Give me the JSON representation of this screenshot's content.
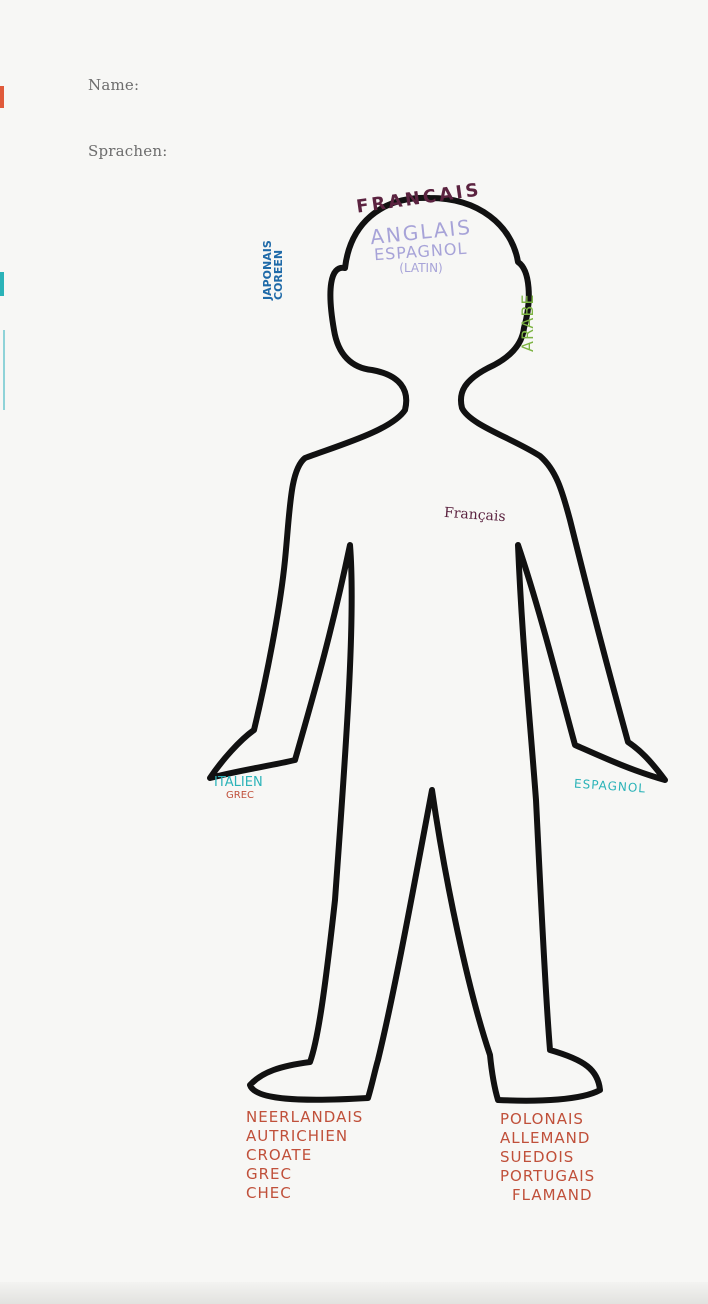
{
  "worksheet": {
    "name_label": "Name:",
    "languages_label": "Sprachen:"
  },
  "annotations": {
    "head_top": "FRANCAIS",
    "head_center": [
      "ANGLAIS",
      "ESPAGNOL",
      "(LATIN)"
    ],
    "left_ear": [
      "JAPONAIS",
      "COREEN"
    ],
    "right_ear": "ARABE",
    "chest": "Français",
    "left_hand": [
      "ITALIEN",
      "GREC"
    ],
    "right_hand": "ESPAGNOL",
    "left_foot": [
      "NEERLANDAIS",
      "AUTRICHIEN",
      "CROATE",
      "GREC",
      "CHEC"
    ],
    "right_foot": [
      "POLONAIS",
      "ALLEMAND",
      "SUEDOIS",
      "PORTUGAIS",
      "FLAMAND"
    ]
  },
  "colors": {
    "paper": "#f7f7f5",
    "outline": "#111111",
    "red_ink": "#c0503a",
    "teal_ink": "#2bb3b8",
    "blue_ink": "#1f6aa8",
    "lavender_ink": "#a7a3d8",
    "purple_ink": "#5b2340",
    "green_ink": "#7cb342"
  }
}
